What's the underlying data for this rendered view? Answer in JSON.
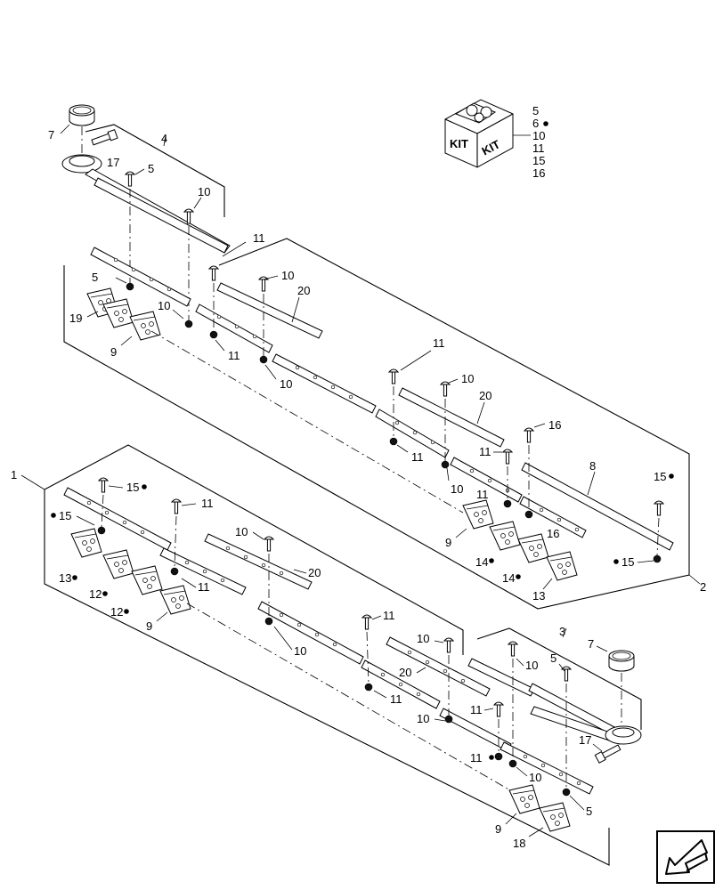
{
  "labels": {
    "kit_text": "KIT",
    "kit_list": [
      "5",
      "6",
      "10",
      "11",
      "15",
      "16"
    ],
    "groups": [
      "1",
      "2",
      "3",
      "4"
    ],
    "bar_upper": "8",
    "callouts": [
      "5",
      "7",
      "17",
      "10",
      "11",
      "20",
      "19",
      "9",
      "16",
      "15",
      "14",
      "13",
      "12",
      "18"
    ]
  },
  "dot_marked_parts": [
    "6",
    "12",
    "13",
    "14",
    "15"
  ],
  "nav": {
    "icon": "arrow-down-left-icon"
  }
}
